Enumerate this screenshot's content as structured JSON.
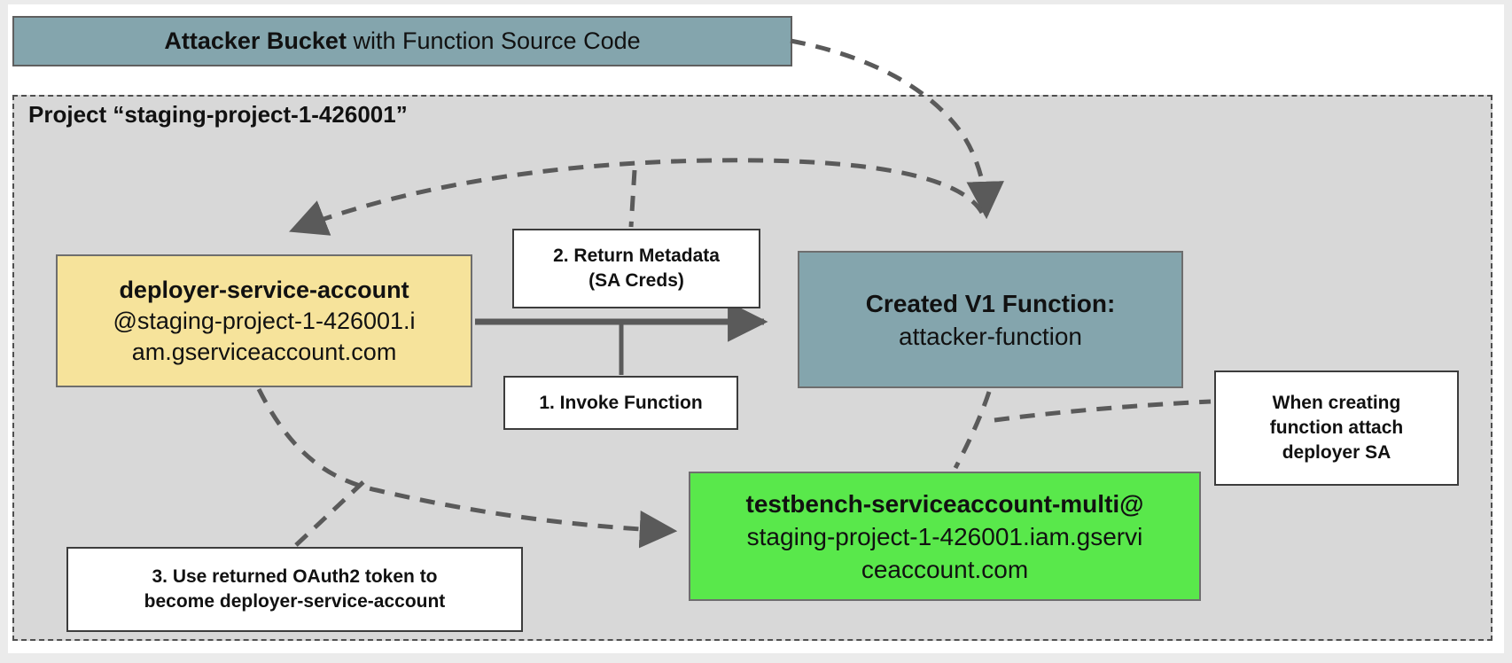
{
  "diagram": {
    "bucket": {
      "title_bold": "Attacker Bucket",
      "title_rest": " with Function Source Code"
    },
    "project": {
      "label": "Project “staging-project-1-426001”"
    },
    "nodes": {
      "deployer_sa": {
        "lines": [
          "deployer-service-account",
          "@staging-project-1-426001.i",
          "am.gserviceaccount.com"
        ],
        "color": "#f6e39b"
      },
      "function": {
        "title": "Created V1 Function:",
        "subtitle": "attacker-function",
        "color": "#84a5ad"
      },
      "testbench_sa": {
        "lines": [
          "testbench-serviceaccount-multi@",
          "staging-project-1-426001.iam.gservi",
          "ceaccount.com"
        ],
        "color": "#59e84b"
      }
    },
    "labels": {
      "invoke": "1. Invoke Function",
      "return_metadata": [
        "2. Return Metadata",
        "(SA Creds)"
      ],
      "oauth": [
        "3. Use returned OAuth2 token to",
        "become deployer-service-account"
      ],
      "attach": [
        "When creating",
        "function attach",
        "deployer SA"
      ]
    },
    "colors": {
      "bucket_fill": "#84a5ad",
      "project_fill": "#d8d8d8",
      "deployer_fill": "#f6e39b",
      "function_fill": "#84a5ad",
      "testbench_fill": "#59e84b",
      "edge_gray": "#5a5a5a",
      "page_bg": "#ebebeb"
    }
  }
}
